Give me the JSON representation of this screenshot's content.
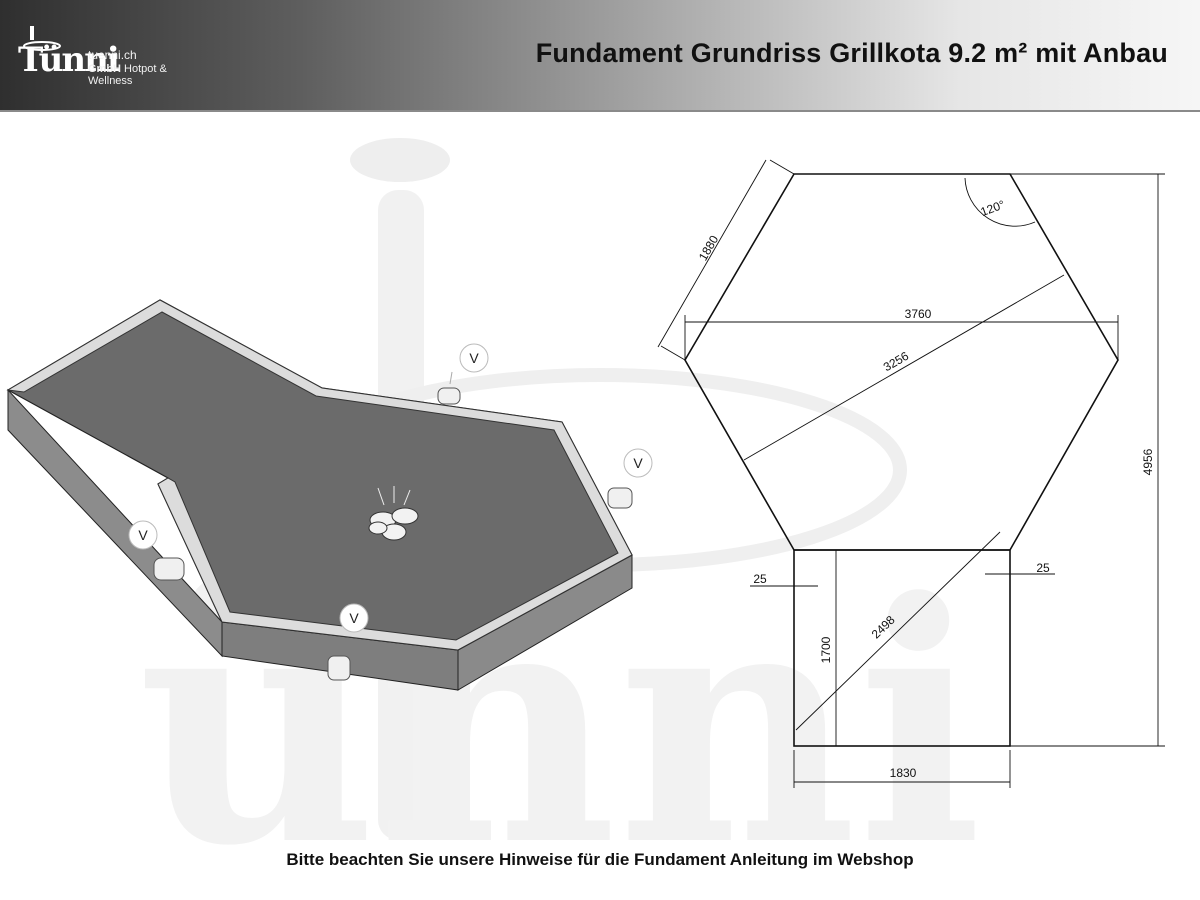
{
  "header": {
    "logo_word": "Tünni",
    "logo_domain": "tuenni.ch",
    "logo_company_bold": "GmbH",
    "logo_company_rest": " Hotpot & Wellness",
    "title": "Fundament Grundriss Grillkota 9.2 m² mit Anbau"
  },
  "plan": {
    "dimensions": {
      "side_length": "1880",
      "width_across_corners": "3760",
      "width_across_flats": "3256",
      "angle": "120°",
      "total_length": "4956",
      "annex_width": "1830",
      "annex_depth": "1700",
      "annex_diagonal": "2498",
      "offset_left": "25",
      "offset_right": "25"
    }
  },
  "model": {
    "valve_labels": [
      "V",
      "V",
      "V",
      "V"
    ]
  },
  "footer": {
    "note": "Bitte beachten Sie unsere Hinweise für die Fundament Anleitung im Webshop"
  },
  "colors": {
    "slab_top": "#6b6b6b",
    "slab_side": "#8c8c8c",
    "rim_top": "#dcdcdc",
    "watermark": "#ececec",
    "line": "#111111"
  }
}
